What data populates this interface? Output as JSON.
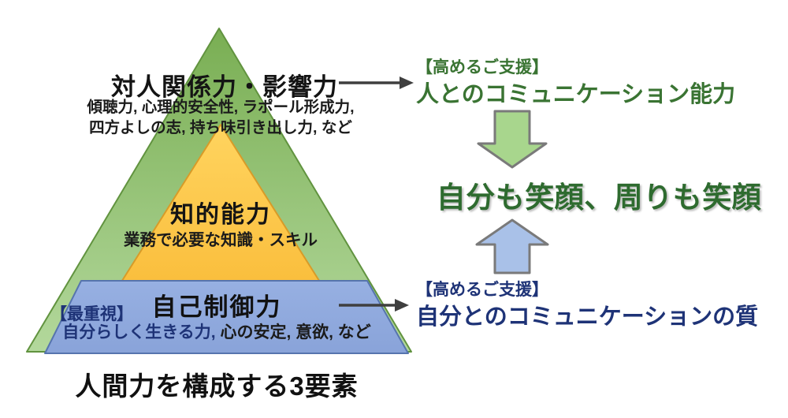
{
  "diagram": {
    "type": "layered-pyramid",
    "colors": {
      "green_layer": "#8fbe6b",
      "green_layer_stroke": "#61933f",
      "yellow_layer": "#fbc23d",
      "yellow_layer_stroke": "#d89b28",
      "blue_layer": "#8ca7dd",
      "blue_layer_stroke": "#5674ae",
      "green_block_arrow": "#a8d68d",
      "blue_block_arrow": "#a9c1e8",
      "block_arrow_stroke": "#7a7a7a",
      "connector_arrow": "#3f3f3f",
      "green_text": "#3a7433",
      "big_green_text": "#2e6b2f",
      "navy_text": "#1e3377",
      "black_text": "#141414"
    }
  },
  "pyramid": {
    "top": {
      "title": "対人関係力・影響力",
      "sub_line1": "傾聴力, 心理的安全性, ラポール形成力,",
      "sub_line2": "四方よしの志, 持ち味引き出し力, など"
    },
    "middle": {
      "title": "知的能力",
      "sub": "業務で必要な知識・スキル"
    },
    "bottom": {
      "tag": "【最重視】",
      "title": "自己制御力",
      "sub_em": "自分らしく生きる力,",
      "sub_rest": " 心の安定, 意欲, など"
    },
    "caption": "人間力を構成する3要素"
  },
  "right": {
    "top": {
      "tag": "【高めるご支援】",
      "text": "人とのコミュニケーション能力"
    },
    "center": "自分も笑顔、周りも笑顔",
    "bottom": {
      "tag": "【高めるご支援】",
      "text": "自分とのコミュニケーションの質"
    }
  }
}
